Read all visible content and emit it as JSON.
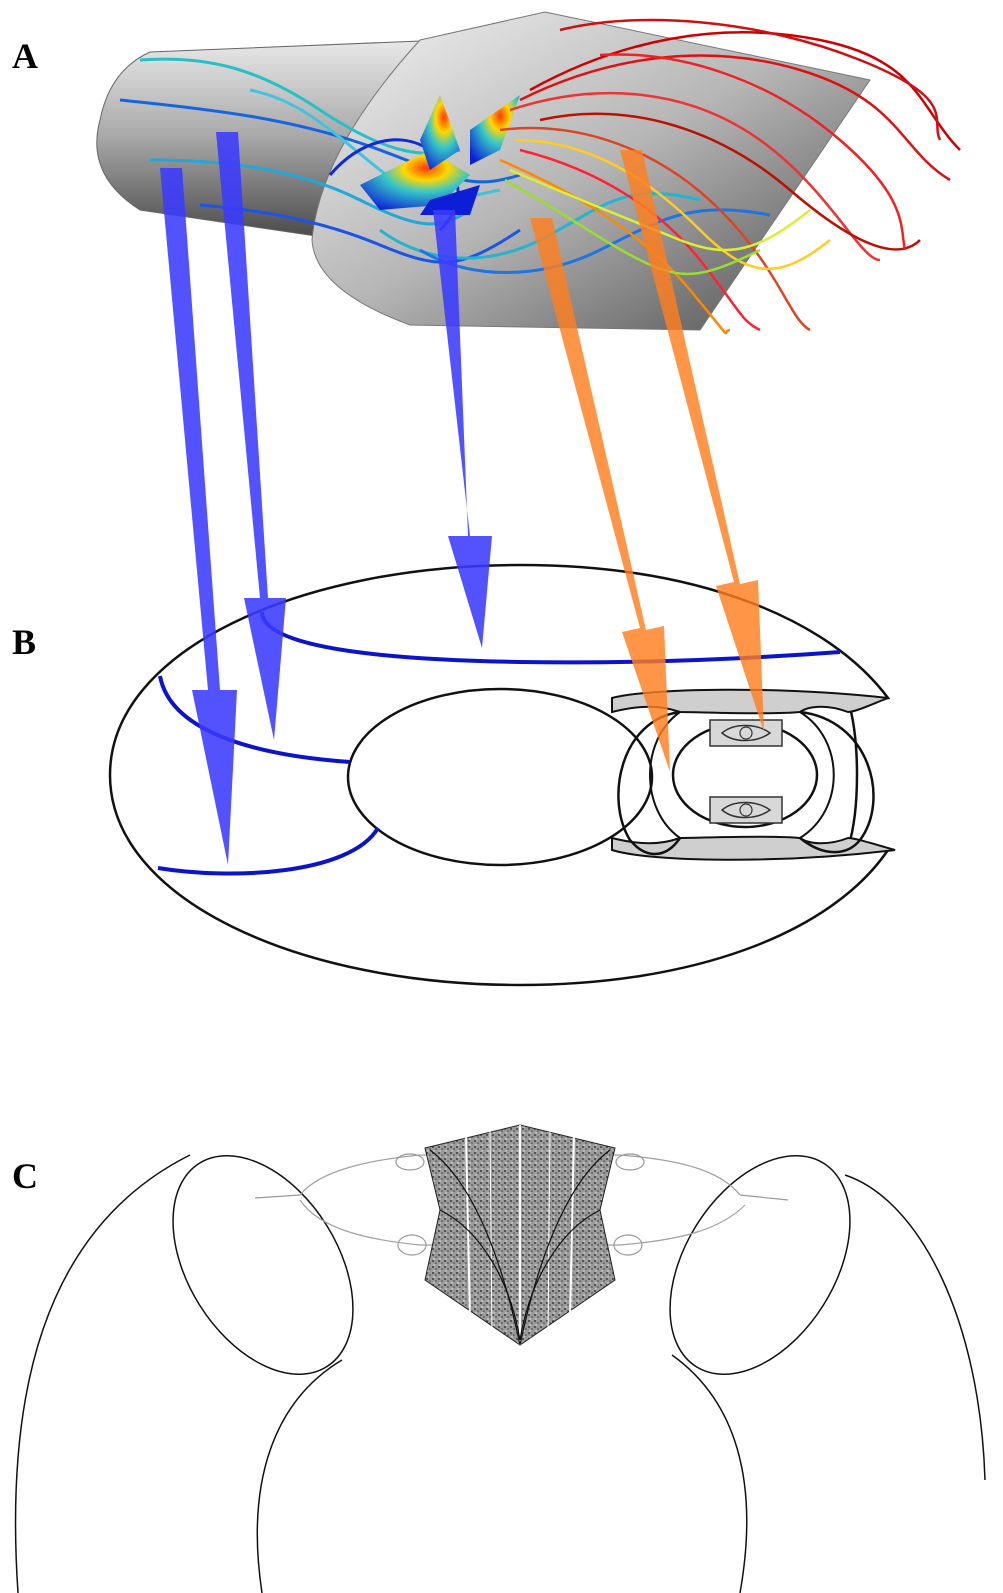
{
  "panels": {
    "a": {
      "label": "A"
    },
    "b": {
      "label": "B"
    },
    "c": {
      "label": "C"
    }
  },
  "colors": {
    "blue_arrow": "#3a3aff",
    "orange_arrow": "#ff7f1e",
    "separatrix": "#0b14c8",
    "outline": "#111111",
    "shaded_band": "#cfcfcf",
    "pipe_gray": "#8a8a8a"
  },
  "arrows": {
    "blue_count": 3,
    "orange_count": 2
  }
}
